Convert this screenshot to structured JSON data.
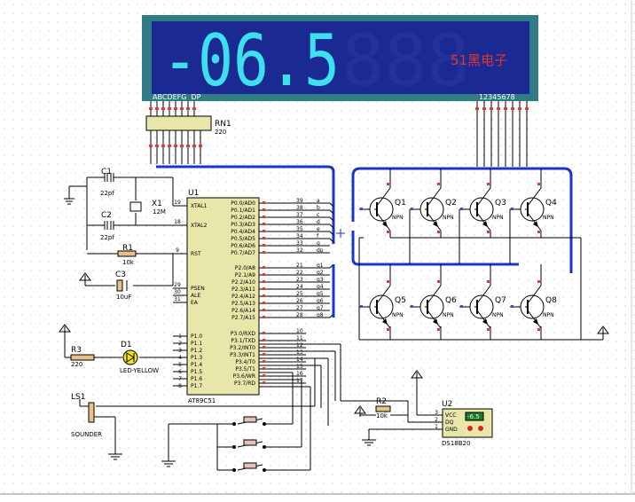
{
  "display": {
    "reading": "-06.5",
    "brand": "51黑电子",
    "segment_pins": "ABCDEFG  DP",
    "digit_pins": "12345678"
  },
  "rn1": {
    "name": "RN1",
    "value": "220"
  },
  "c1": {
    "name": "C1",
    "value": "22pf"
  },
  "c2": {
    "name": "C2",
    "value": "22pf"
  },
  "c3": {
    "name": "C3",
    "value": "10uF"
  },
  "x1": {
    "name": "X1",
    "value": "12M"
  },
  "r1": {
    "name": "R1",
    "value": "10k"
  },
  "r2": {
    "name": "R2",
    "value": "10k"
  },
  "r3": {
    "name": "R3",
    "value": "220"
  },
  "d1": {
    "name": "D1",
    "value": "LED-YELLOW"
  },
  "ls1": {
    "name": "LS1",
    "value": "SOUNDER"
  },
  "u1": {
    "name": "U1",
    "part": "AT89C51",
    "left_pins": [
      {
        "num": "19",
        "label": "XTAL1"
      },
      {
        "num": "18",
        "label": "XTAL2"
      },
      {
        "num": "9",
        "label": "RST"
      },
      {
        "num": "29",
        "label": "PSEN"
      },
      {
        "num": "30",
        "label": "ALE"
      },
      {
        "num": "31",
        "label": "EA"
      }
    ],
    "p1_pins": [
      {
        "num": "1",
        "label": "P1.0"
      },
      {
        "num": "2",
        "label": "P1.1"
      },
      {
        "num": "3",
        "label": "P1.2"
      },
      {
        "num": "4",
        "label": "P1.3"
      },
      {
        "num": "5",
        "label": "P1.4"
      },
      {
        "num": "6",
        "label": "P1.5"
      },
      {
        "num": "7",
        "label": "P1.6"
      },
      {
        "num": "8",
        "label": "P1.7"
      }
    ],
    "p0_pins": [
      {
        "num": "39",
        "label": "P0.0/AD0"
      },
      {
        "num": "38",
        "label": "P0.1/AD1"
      },
      {
        "num": "37",
        "label": "P0.2/AD2"
      },
      {
        "num": "36",
        "label": "P0.3/AD3"
      },
      {
        "num": "35",
        "label": "P0.4/AD4"
      },
      {
        "num": "34",
        "label": "P0.5/AD5"
      },
      {
        "num": "33",
        "label": "P0.6/AD6"
      },
      {
        "num": "32",
        "label": "P0.7/AD7"
      }
    ],
    "p2_pins": [
      {
        "num": "21",
        "label": "P2.0/A8"
      },
      {
        "num": "22",
        "label": "P2.1/A9"
      },
      {
        "num": "23",
        "label": "P2.2/A10"
      },
      {
        "num": "24",
        "label": "P2.3/A11"
      },
      {
        "num": "25",
        "label": "P2.4/A12"
      },
      {
        "num": "26",
        "label": "P2.5/A13"
      },
      {
        "num": "27",
        "label": "P2.6/A14"
      },
      {
        "num": "28",
        "label": "P2.7/A15"
      }
    ],
    "p3_pins": [
      {
        "num": "10",
        "label": "P3.0/RXD"
      },
      {
        "num": "11",
        "label": "P3.1/TXD"
      },
      {
        "num": "12",
        "label": "P3.2/INT0"
      },
      {
        "num": "13",
        "label": "P3.3/INT1"
      },
      {
        "num": "14",
        "label": "P3.4/T0"
      },
      {
        "num": "15",
        "label": "P3.5/T1"
      },
      {
        "num": "16",
        "label": "P3.6/WR"
      },
      {
        "num": "17",
        "label": "P3.7/RD"
      }
    ]
  },
  "p0_nets": [
    "a",
    "b",
    "c",
    "d",
    "e",
    "f",
    "g",
    "dp"
  ],
  "p2_nets": [
    "q1",
    "q2",
    "q3",
    "q4",
    "q5",
    "q6",
    "q7",
    "q8"
  ],
  "transistors": [
    {
      "name": "Q1",
      "type": "NPN"
    },
    {
      "name": "Q2",
      "type": "NPN"
    },
    {
      "name": "Q3",
      "type": "NPN"
    },
    {
      "name": "Q4",
      "type": "NPN"
    },
    {
      "name": "Q5",
      "type": "NPN"
    },
    {
      "name": "Q6",
      "type": "NPN"
    },
    {
      "name": "Q7",
      "type": "NPN"
    },
    {
      "name": "Q8",
      "type": "NPN"
    }
  ],
  "u2": {
    "name": "U2",
    "part": "DS18B20",
    "pins": [
      {
        "num": "3",
        "label": "VCC"
      },
      {
        "num": "2",
        "label": "DQ"
      },
      {
        "num": "1",
        "label": "GND"
      }
    ],
    "reading": "-6.5"
  }
}
